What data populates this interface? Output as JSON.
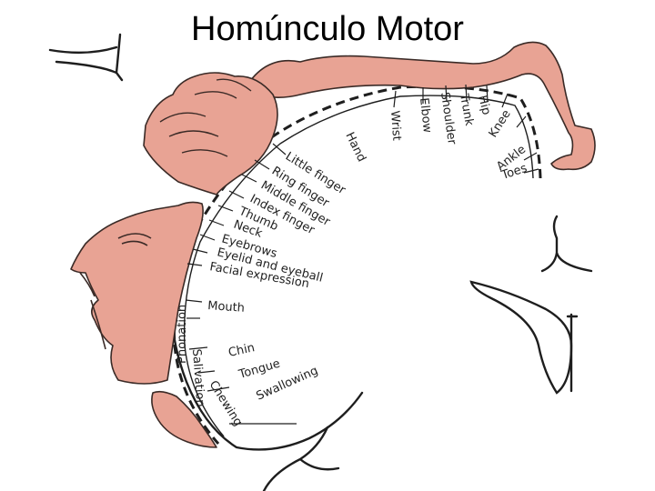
{
  "title": "Homúnculo Motor",
  "colors": {
    "skin": "#e8a394",
    "outline": "#3a2a26",
    "ink": "#1e1e1e"
  },
  "labels": {
    "hip": "Hip",
    "trunk": "Trunk",
    "shoulder": "Shoulder",
    "elbow": "Elbow",
    "wrist": "Wrist",
    "knee": "Knee",
    "ankle": "Ankle",
    "toes": "Toes",
    "hand": "Hand",
    "little_finger": "Little finger",
    "ring_finger": "Ring finger",
    "middle_finger": "Middle finger",
    "index_finger": "Index finger",
    "thumb": "Thumb",
    "neck": "Neck",
    "eyebrows": "Eyebrows",
    "eyelid": "Eyelid and eyeball",
    "facial": "Facial expression",
    "mouth": "Mouth",
    "phonation": "Phonation",
    "chin": "Chin",
    "tongue": "Tongue",
    "salivation": "Salivation",
    "swallowing": "Swallowing",
    "chewing": "Chewing"
  }
}
